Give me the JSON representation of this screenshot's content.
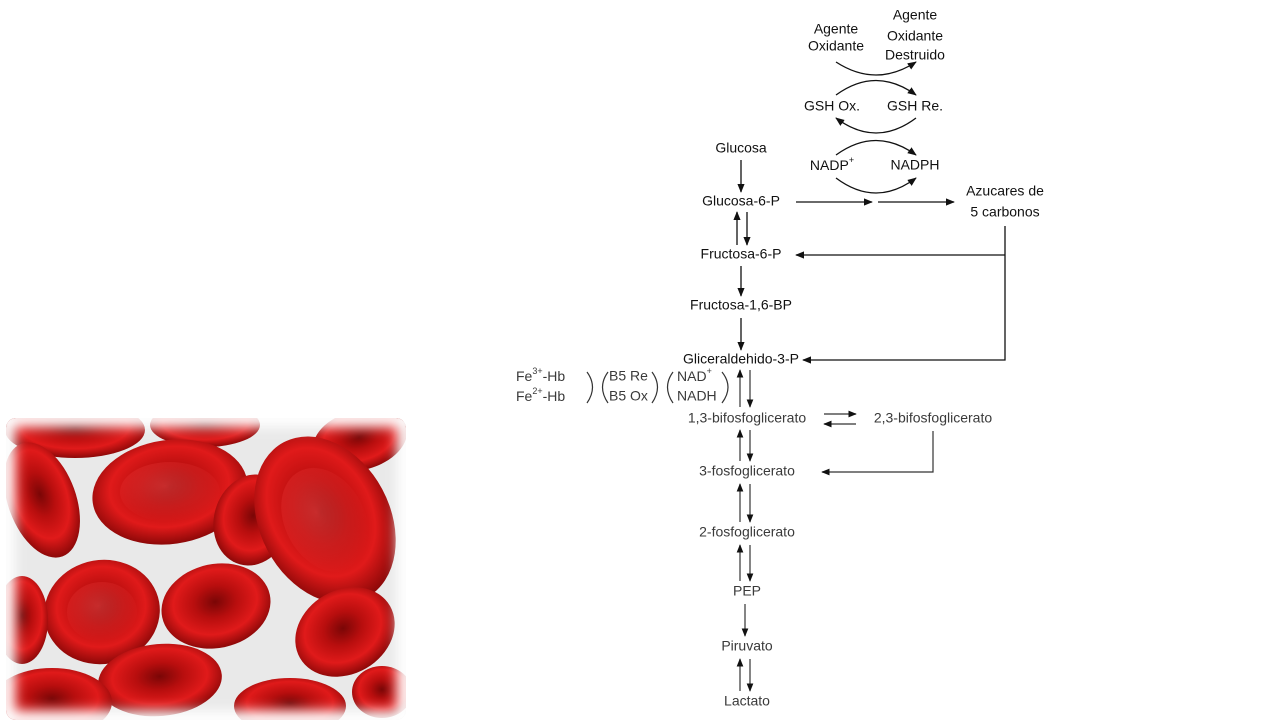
{
  "image": {
    "subject": "red-blood-cells-photo",
    "colors": {
      "cell": "#d21414",
      "cell_dark": "#7a0606",
      "background": "#e9e9e9"
    }
  },
  "pentose": {
    "oxidant": [
      "Agente",
      "Oxidante"
    ],
    "oxidant_destroyed": [
      "Agente",
      "Oxidante",
      "Destruido"
    ],
    "gsh_ox": "GSH Ox.",
    "gsh_re": "GSH Re.",
    "nadp_base": "NADP",
    "nadp_sup": "+",
    "nadph": "NADPH",
    "sugars": [
      "Azucares de",
      "5 carbonos"
    ]
  },
  "glycolysis": {
    "glucosa": "Glucosa",
    "g6p": "Glucosa-6-P",
    "f6p": "Fructosa-6-P",
    "f16bp": "Fructosa-1,6-BP",
    "g3p": "Gliceraldehido-3-P",
    "bpg13": "1,3-bifosfoglicerato",
    "bpg23": "2,3-bifosfoglicerato",
    "pg3": "3-fosfoglicerato",
    "pg2": "2-fosfoglicerato",
    "pep": "PEP",
    "piruvato": "Piruvato",
    "lactato": "Lactato"
  },
  "methemoglobin": {
    "fe3_base": "Fe",
    "fe3_sup": "3+",
    "fe3_suffix": "-Hb",
    "fe2_base": "Fe",
    "fe2_sup": "2+",
    "fe2_suffix": "-Hb",
    "b5_re": "B5 Re",
    "b5_ox": "B5 Ox",
    "nad_base": "NAD",
    "nad_sup": "+",
    "nadh": "NADH"
  }
}
